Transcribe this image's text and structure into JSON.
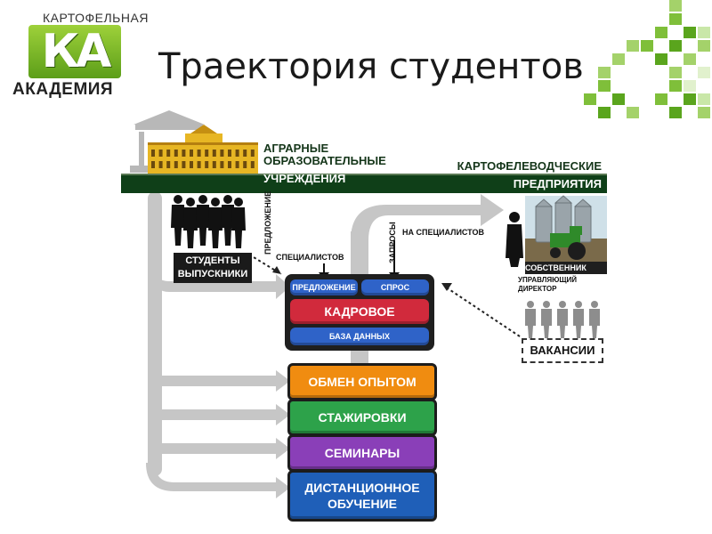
{
  "logo": {
    "top": "КАРТОФЕЛЬНАЯ",
    "mark": "КА",
    "bottom": "АКАДЕМИЯ"
  },
  "title": "Траектория студентов",
  "diagram": {
    "top_left_label": [
      "АГРАРНЫЕ",
      "ОБРАЗОВАТЕЛЬНЫЕ",
      "УЧРЕЖДЕНИЯ"
    ],
    "top_right_label": [
      "КАРТОФЕЛЕВОДЧЕСКИЕ",
      "ПРЕДПРИЯТИЯ"
    ],
    "students": [
      "СТУДЕНТЫ",
      "ВЫПУСКНИКИ"
    ],
    "offer_vertical": "ПРЕДЛОЖЕНИЕ",
    "specialists_left": "СПЕЦИАЛИСТОВ",
    "requests_vertical": "ЗАПРОСЫ",
    "specialists_right": "НА СПЕЦИАЛИСТОВ",
    "owner": "СОБСТВЕННИК",
    "director": [
      "УПРАВЛЯЮЩИЙ",
      "ДИРЕКТОР"
    ],
    "vacancies": "ВАКАНСИИ",
    "agency": {
      "offer": "ПРЕДЛОЖЕНИЕ",
      "demand": "СПРОС",
      "title": "КАДРОВОЕ АГЕНТСТВО",
      "database": "БАЗА ДАННЫХ"
    },
    "programs": [
      {
        "label": "ОБМЕН ОПЫТОМ",
        "color": "#f08c10"
      },
      {
        "label": "СТАЖИРОВКИ",
        "color": "#2da24a"
      },
      {
        "label": "СЕМИНАРЫ",
        "color": "#8a3fb8"
      },
      {
        "label": [
          "ДИСТАНЦИОННОЕ",
          "ОБУЧЕНИЕ"
        ],
        "color": "#1f5fb8"
      }
    ],
    "colors": {
      "band": "#0f3f18",
      "arrow": "#c4c4c4",
      "agency": "#d12a3c",
      "blue": "#2f63c8",
      "green_text": "#15361a"
    }
  }
}
